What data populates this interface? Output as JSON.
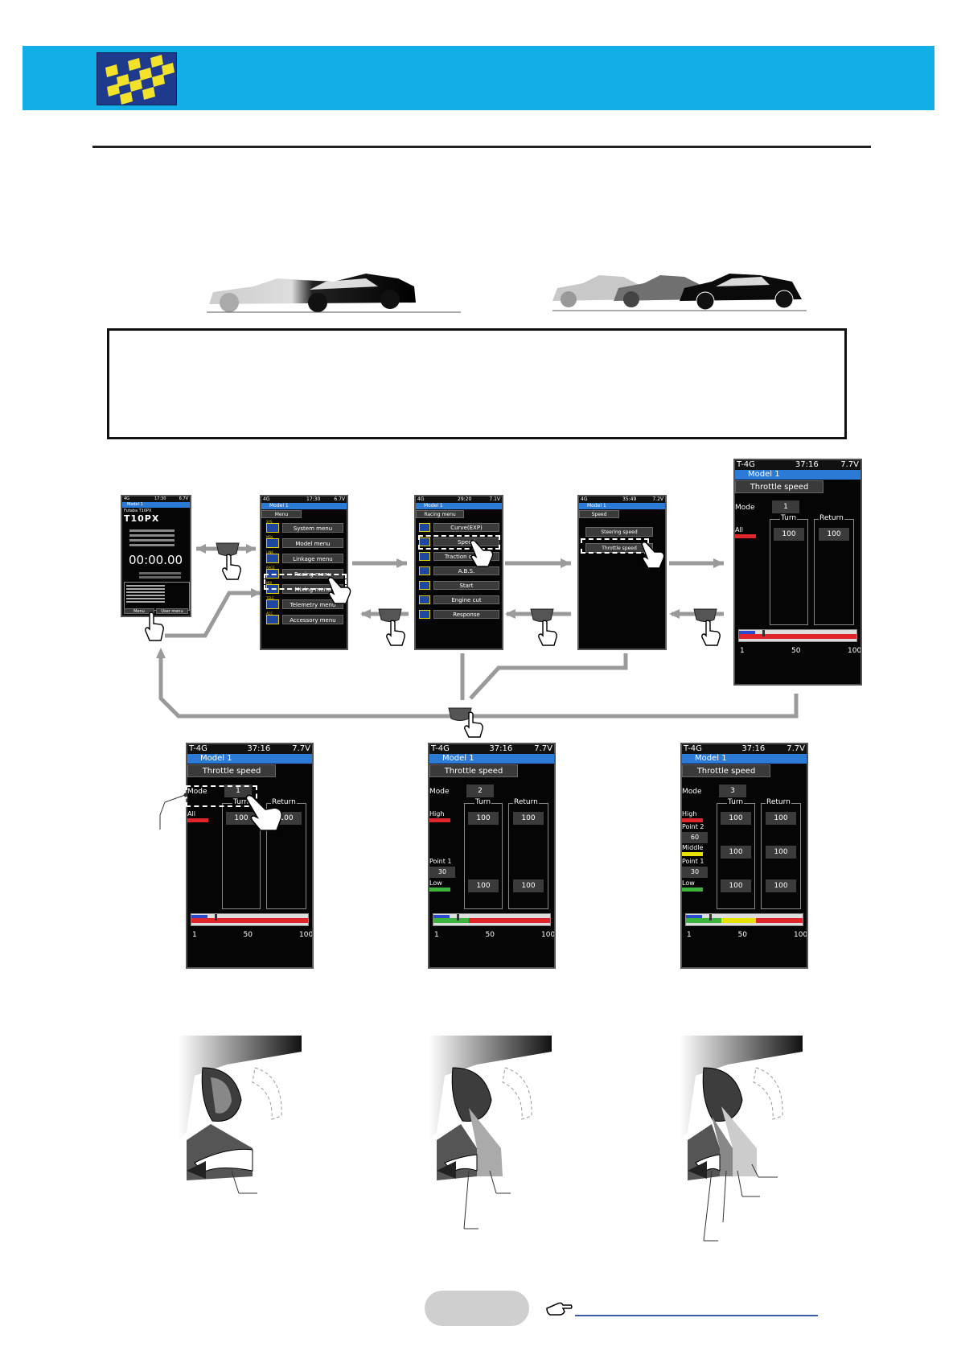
{
  "figure": {
    "screen1": {
      "status_left": "4G",
      "status_time": "17:30",
      "status_batt": "6.7V",
      "model": "Model 1",
      "brand": "Futaba T10PX",
      "logo": "T10PX",
      "timer": "00:00.00",
      "bottom_left": "Menu",
      "bottom_right": "User menu"
    },
    "screen2": {
      "status_left": "4G",
      "status_time": "17:30",
      "status_batt": "6.7V",
      "model": "Model 1",
      "title": "Menu",
      "items": [
        {
          "icon": "SYS",
          "label": "System menu"
        },
        {
          "icon": "MDL",
          "label": "Model menu"
        },
        {
          "icon": "LINK",
          "label": "Linkage menu"
        },
        {
          "icon": "RACE",
          "label": "Racing menu"
        },
        {
          "icon": "MIX",
          "label": "Mixing menu"
        },
        {
          "icon": "TELE",
          "label": "Telemetry menu"
        },
        {
          "icon": "ACC",
          "label": "Accessory menu"
        }
      ]
    },
    "screen3": {
      "status_left": "4G",
      "status_time": "29:20",
      "status_batt": "7.1V",
      "model": "Model 1",
      "title": "Racing menu",
      "items": [
        {
          "label": "Curve(EXP)"
        },
        {
          "label": "Speed"
        },
        {
          "label": "Traction control"
        },
        {
          "label": "A.B.S."
        },
        {
          "label": "Start"
        },
        {
          "label": "Engine cut"
        },
        {
          "label": "Response"
        }
      ]
    },
    "screen4": {
      "status_left": "4G",
      "status_time": "35:49",
      "status_batt": "7.2V",
      "model": "Model 1",
      "title": "Speed",
      "items": [
        {
          "label": "Steering speed"
        },
        {
          "label": "Throttle speed"
        }
      ]
    },
    "screen5": {
      "status_left": "T-4G",
      "status_time": "37:16",
      "status_batt": "7.7V",
      "model": "Model 1",
      "title": "Throttle speed",
      "mode_label": "Mode",
      "mode_value": "1",
      "turn": "Turn",
      "ret": "Return",
      "all": "All",
      "turn_val": "100",
      "ret_val": "100",
      "scale": [
        "1",
        "50",
        "100"
      ]
    },
    "mode1": {
      "status_left": "T-4G",
      "status_time": "37:16",
      "status_batt": "7.7V",
      "model": "Model 1",
      "title": "Throttle speed",
      "mode_label": "Mode",
      "mode_value": "1",
      "turn": "Turn",
      "ret": "Return",
      "all": "All",
      "turn_val": "100",
      "ret_val": "100",
      "scale": [
        "1",
        "50",
        "100"
      ]
    },
    "mode2": {
      "status_left": "T-4G",
      "status_time": "37:16",
      "status_batt": "7.7V",
      "model": "Model 1",
      "title": "Throttle speed",
      "mode_label": "Mode",
      "mode_value": "2",
      "turn": "Turn",
      "ret": "Return",
      "high": "High",
      "point1": "Point 1",
      "point1_val": "30",
      "low": "Low",
      "vals": [
        "100",
        "100",
        "100",
        "100"
      ],
      "scale": [
        "1",
        "50",
        "100"
      ]
    },
    "mode3": {
      "status_left": "T-4G",
      "status_time": "37:16",
      "status_batt": "7.7V",
      "model": "Model 1",
      "title": "Throttle speed",
      "mode_label": "Mode",
      "mode_value": "3",
      "turn": "Turn",
      "ret": "Return",
      "high": "High",
      "point2": "Point 2",
      "point2_val": "60",
      "middle": "Middle",
      "point1": "Point 1",
      "point1_val": "30",
      "low": "Low",
      "vals": [
        "100",
        "100",
        "100",
        "100",
        "100",
        "100"
      ],
      "scale": [
        "1",
        "50",
        "100"
      ]
    }
  },
  "colors": {
    "header_blue": "#12aee8",
    "screen_blue": "#2a7ad6",
    "red": "#e0262a",
    "green": "#3cb43c",
    "yellow": "#e8e000"
  }
}
